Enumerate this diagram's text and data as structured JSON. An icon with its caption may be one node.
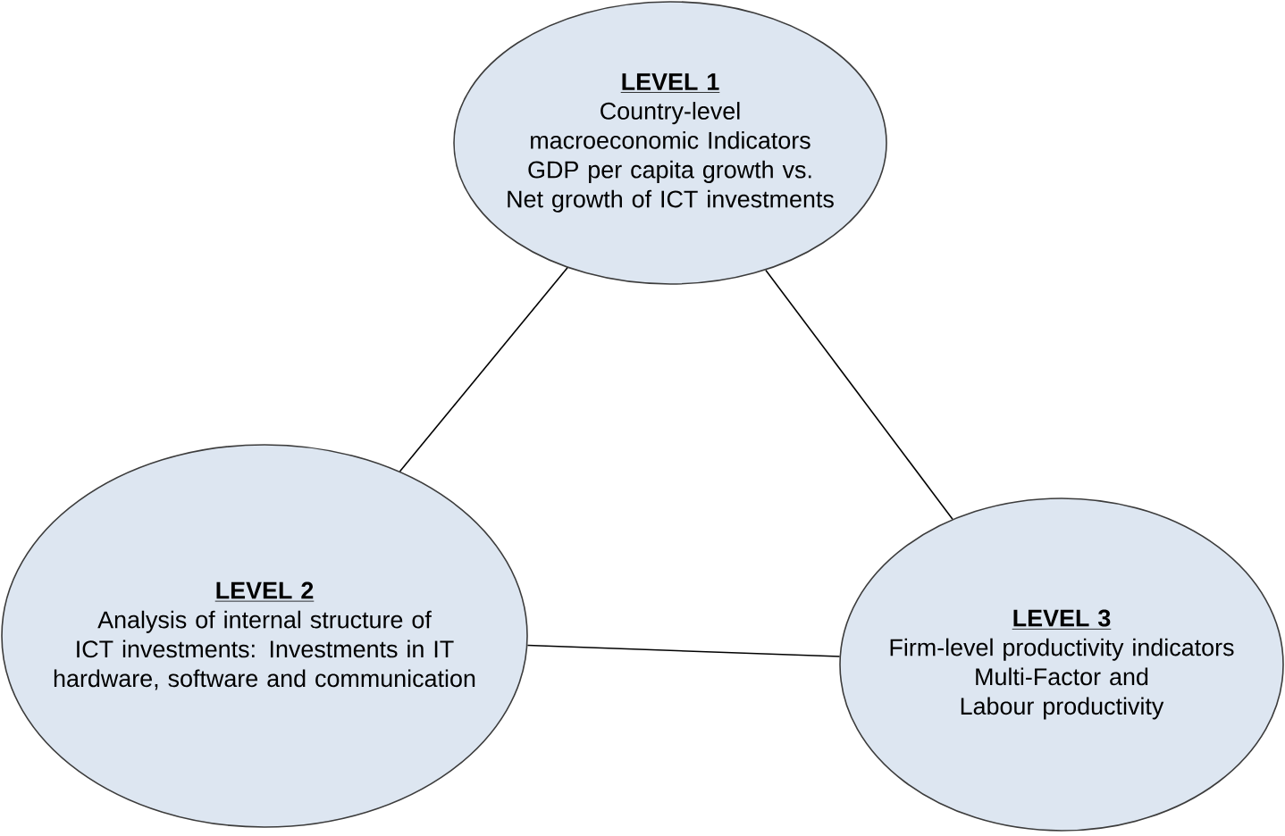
{
  "diagram": {
    "nodes": [
      {
        "text": [
          "LEVEL 1",
          "Country-level macroeconomic Indicators",
          "GDP per capita growth vs. Net growth of ICT investments"
        ]
      },
      {
        "text": [
          "LEVEL 2",
          "Analysis of internal structure of ICT investments: Investments in IT hardware, software and communication"
        ]
      },
      {
        "text": [
          "LEVEL 3",
          "Firm-level productivity indicators",
          "Multi-Factor and Labour productivity"
        ]
      }
    ],
    "edges": [
      {
        "from": 0,
        "to": 1,
        "arrow": "none"
      },
      {
        "from": 0,
        "to": 2,
        "arrow": "none"
      },
      {
        "from": 1,
        "to": 2,
        "arrow": "none"
      }
    ]
  }
}
